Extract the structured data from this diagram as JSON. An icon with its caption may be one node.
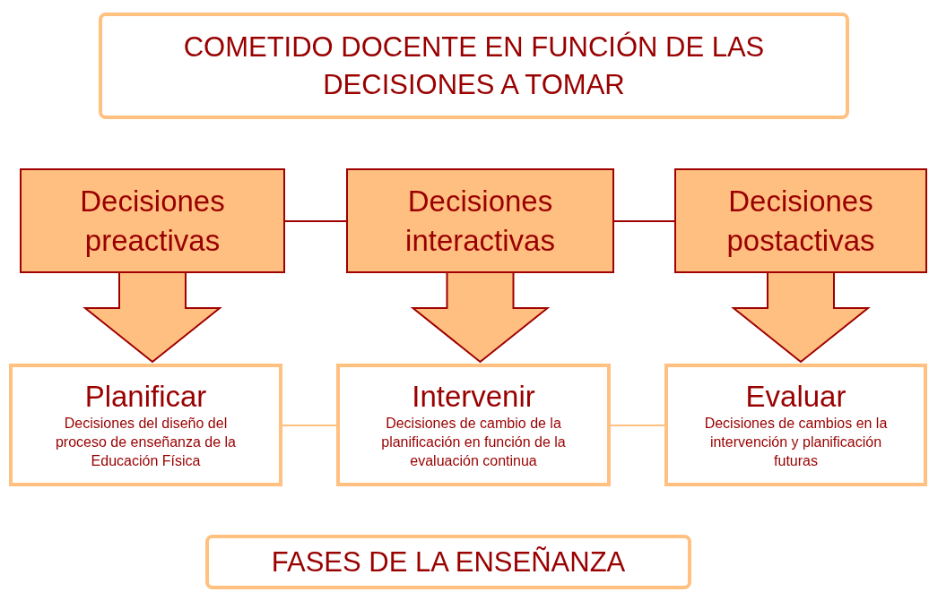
{
  "diagram": {
    "nodes": [
      {
        "text": [
          "COMETIDO DOCENTE EN FUNCIÓN DE LAS DECISIONES A TOMAR"
        ]
      },
      {
        "text": [
          "Decisiones preactivas"
        ]
      },
      {
        "text": [
          "Decisiones interactivas"
        ]
      },
      {
        "text": [
          "Decisiones postactivas"
        ]
      },
      {
        "text": [
          "Planificar",
          "Decisiones del diseño del proceso de enseñanza de la Educación Física"
        ]
      },
      {
        "text": [
          "Intervenir",
          "Decisiones de cambio de la planificación en función de la evaluación continua"
        ]
      },
      {
        "text": [
          "Evaluar",
          "Decisiones de cambios en la intervención y planificación futuras"
        ]
      },
      {
        "text": [
          "FASES DE LA ENSEÑANZA"
        ]
      }
    ],
    "edges": [
      {
        "from": 1,
        "to": 2,
        "arrow": "none"
      },
      {
        "from": 2,
        "to": 3,
        "arrow": "none"
      },
      {
        "from": 1,
        "to": 4,
        "arrow": "to",
        "style": "thick"
      },
      {
        "from": 2,
        "to": 5,
        "arrow": "to",
        "style": "thick"
      },
      {
        "from": 3,
        "to": 6,
        "arrow": "to",
        "style": "thick"
      },
      {
        "from": 4,
        "to": 5,
        "arrow": "none",
        "color": "#ffc080"
      },
      {
        "from": 5,
        "to": 6,
        "arrow": "none",
        "color": "#ffc080"
      }
    ]
  }
}
